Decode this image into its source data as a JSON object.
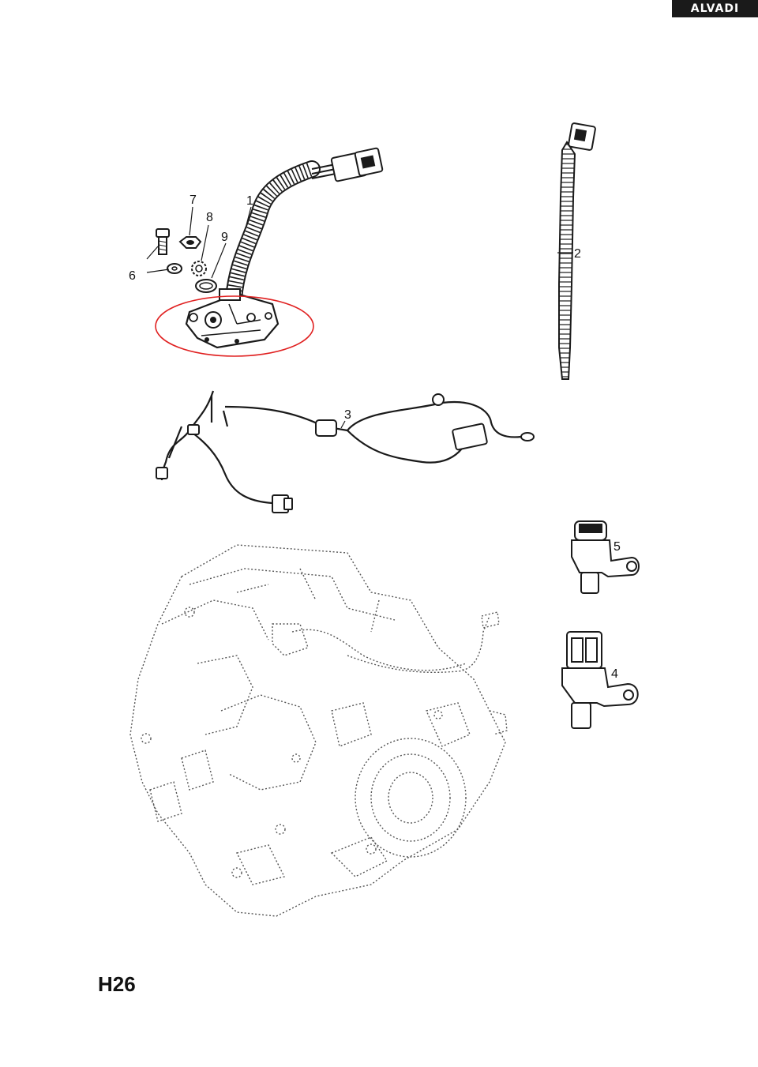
{
  "brand": "ALVADI",
  "page_code": "H26",
  "callouts": {
    "c1": "1",
    "c2": "2",
    "c3": "3",
    "c4": "4",
    "c5": "5",
    "c6": "6",
    "c7": "7",
    "c8": "8",
    "c9": "9"
  },
  "colors": {
    "highlight": "#e02020",
    "line": "#1a1a1a",
    "dotted": "#555555"
  }
}
